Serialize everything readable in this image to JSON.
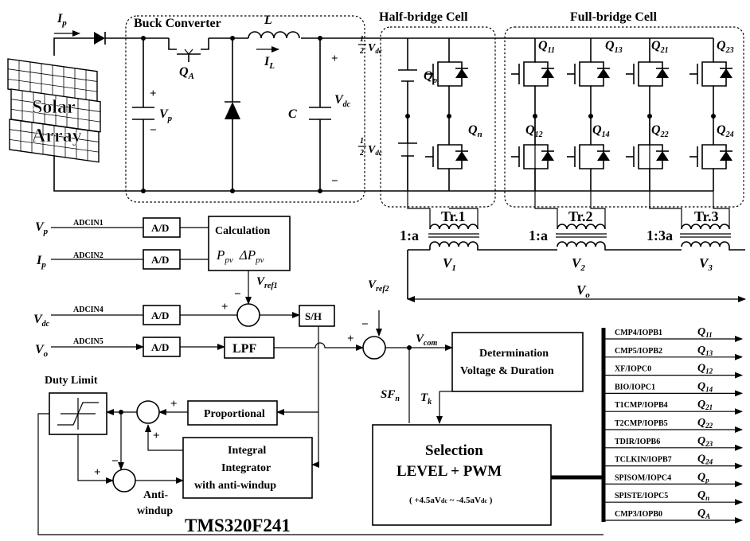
{
  "blocks": {
    "buck": "Buck Converter",
    "half": "Half-bridge Cell",
    "full": "Full-bridge Cell",
    "solar1": "Solar",
    "solar2": "Array",
    "ad": "A/D",
    "calc": "Calculation",
    "calc_p": "P",
    "calc_pv": "pv",
    "calc_dp": "ΔP",
    "sh": "S/H",
    "lpf": "LPF",
    "prop": "Proportional",
    "integ1": "Integral",
    "integ2": "Integrator",
    "integ3": "with anti-windup",
    "det1": "Determination",
    "det2": "Voltage & Duration",
    "sel1": "Selection",
    "sel2": "LEVEL + PWM",
    "sel3a": "( +4.5aV",
    "sel3b": "dc",
    "sel3c": " ~ -4.5aV",
    "sel3d": "dc",
    "sel3e": " )",
    "duty": "Duty Limit",
    "anti1": "Anti-",
    "anti2": "windup",
    "chip": "TMS320F241"
  },
  "adc": [
    "ADCIN1",
    "ADCIN2",
    "ADCIN4",
    "ADCIN5"
  ],
  "tr": [
    "Tr.1",
    "Tr.2",
    "Tr.3"
  ],
  "ratio": [
    "1:a",
    "1:a",
    "1:3a"
  ],
  "pins": [
    {
      "pin": "CMP4/IOPB1",
      "sw": "Q",
      "sub": "11"
    },
    {
      "pin": "CMP5/IOPB2",
      "sw": "Q",
      "sub": "13"
    },
    {
      "pin": "XF/IOPC0",
      "sw": "Q",
      "sub": "12"
    },
    {
      "pin": "BIO/IOPC1",
      "sw": "Q",
      "sub": "14"
    },
    {
      "pin": "T1CMP/IOPB4",
      "sw": "Q",
      "sub": "21"
    },
    {
      "pin": "T2CMP/IOPB5",
      "sw": "Q",
      "sub": "22"
    },
    {
      "pin": "TDIR/IOPB6",
      "sw": "Q",
      "sub": "23"
    },
    {
      "pin": "TCLKIN/IOPB7",
      "sw": "Q",
      "sub": "24"
    },
    {
      "pin": "SPISOM/IOPC4",
      "sw": "Q",
      "sub": "p"
    },
    {
      "pin": "SPISTE/IOPC5",
      "sw": "Q",
      "sub": "n"
    },
    {
      "pin": "CMP3/IOPB0",
      "sw": "Q",
      "sub": "A"
    }
  ],
  "sym": {
    "Ip": "I",
    "Ip_s": "p",
    "L": "L",
    "IL": "I",
    "IL_s": "L",
    "QA": "Q",
    "QA_s": "A",
    "C": "C",
    "Vdc": "V",
    "Vdc_s": "dc",
    "Vp": "V",
    "Vp_s": "p",
    "half": "1",
    "halfd": "2",
    "Qp": "Q",
    "Qp_s": "p",
    "Qn": "Q",
    "Qn_s": "n",
    "Q11": "Q",
    "Q11_s": "11",
    "Q13": "Q",
    "Q13_s": "13",
    "Q21": "Q",
    "Q21_s": "21",
    "Q23": "Q",
    "Q23_s": "23",
    "Q12": "Q",
    "Q12_s": "12",
    "Q14": "Q",
    "Q14_s": "14",
    "Q22": "Q",
    "Q22_s": "22",
    "Q24": "Q",
    "Q24_s": "24",
    "V1": "V",
    "V1_s": "1",
    "V2": "V",
    "V2_s": "2",
    "V3": "V",
    "V3_s": "3",
    "Vo": "V",
    "Vo_s": "o",
    "Vref1": "V",
    "Vref1_s": "ref1",
    "Vref2": "V",
    "Vref2_s": "ref2",
    "Vcom": "V",
    "Vcom_s": "com",
    "SFn": "SF",
    "SFn_s": "n",
    "Tk": "T",
    "Tk_s": "k",
    "plus": "+",
    "minus": "−"
  }
}
